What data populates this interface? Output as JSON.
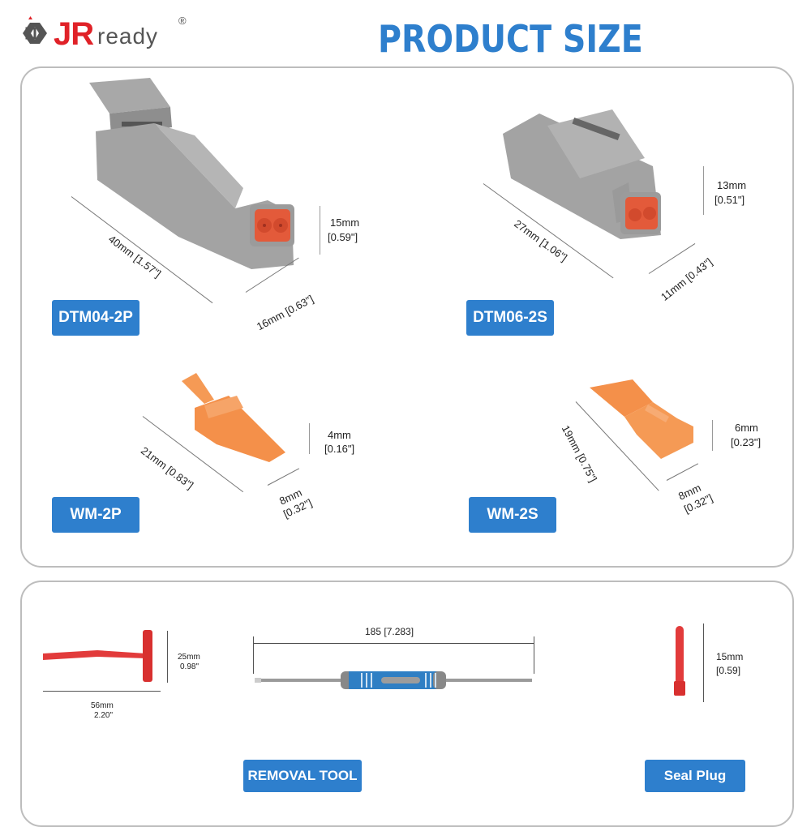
{
  "brand": {
    "jr": "JR",
    "ready": "ready",
    "registered": "®"
  },
  "title": "PRODUCT SIZE",
  "colors": {
    "accent_blue": "#2e7fcd",
    "brand_red": "#e02228",
    "connector_grey": "#9a9a9a",
    "wedge_orange": "#f4904a",
    "tool_red": "#e23b3b"
  },
  "connectors": [
    {
      "label": "DTM04-2P",
      "length": "40mm [1.57\"]",
      "width": "16mm [0.63\"]",
      "height_mm": "15mm",
      "height_in": "[0.59\"]",
      "icon": "male-connector-icon"
    },
    {
      "label": "DTM06-2S",
      "length": "27mm [1.06\"]",
      "width": "11mm [0.43\"]",
      "height_mm": "13mm",
      "height_in": "[0.51\"]",
      "icon": "female-connector-icon"
    }
  ],
  "wedges": [
    {
      "label": "WM-2P",
      "length": "21mm [0.83\"]",
      "width_mm": "8mm",
      "width_in": "[0.32\"]",
      "height_mm": "4mm",
      "height_in": "[0.16\"]",
      "icon": "wedgelock-icon"
    },
    {
      "label": "WM-2S",
      "length": "19mm [0.75\"]",
      "width_mm": "8mm",
      "width_in": "[0.32\"]",
      "height_mm": "6mm",
      "height_in": "[0.23\"]",
      "icon": "wedgelock-icon"
    }
  ],
  "tools": {
    "removal_tool_small": {
      "length_mm": "56mm",
      "length_in": "2.20\"",
      "height_mm": "25mm",
      "height_in": "0.98\""
    },
    "removal_tool": {
      "label": "REMOVAL TOOL",
      "length": "185 [7.283]"
    },
    "seal_plug": {
      "label": "Seal Plug",
      "height_mm": "15mm",
      "height_in": "[0.59]"
    }
  }
}
